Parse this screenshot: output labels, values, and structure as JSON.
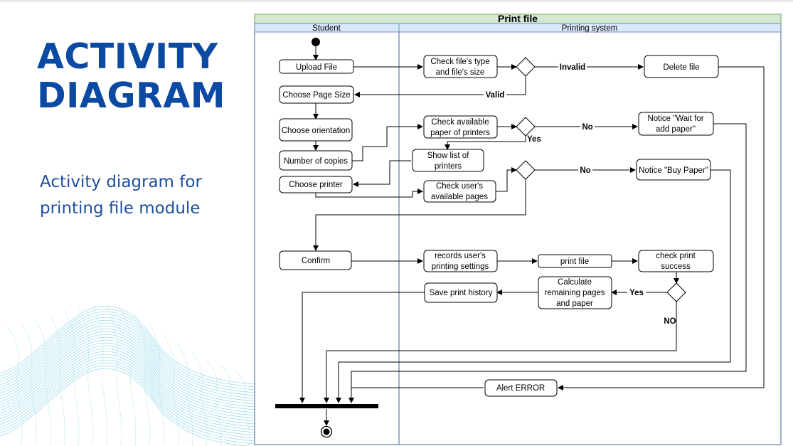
{
  "slide": {
    "title_line1": "ACTIVITY",
    "title_line2": "DIAGRAM",
    "subtitle_line1": "Activity diagram for",
    "subtitle_line2": "printing file module"
  },
  "diagram": {
    "title": "Print file",
    "lanes": {
      "student": "Student",
      "system": "Printing system"
    },
    "nodes": {
      "upload_file": "Upload File",
      "choose_page_size": "Choose Page Size",
      "choose_orientation": "Choose orientation",
      "number_of_copies": "Number of copies",
      "choose_printer": "Choose printer",
      "confirm": "Confirm",
      "check_file_1": "Check file's type",
      "check_file_2": "and file's size",
      "delete_file": "Delete file",
      "check_paper_1": "Check available",
      "check_paper_2": "paper of printers",
      "notice_wait_1": "Notice \"Wait for",
      "notice_wait_2": "add paper\"",
      "show_list_1": "Show list of",
      "show_list_2": "printers",
      "check_pages_1": "Check user's",
      "check_pages_2": "available pages",
      "notice_buy": "Notice \"Buy Paper\"",
      "records_1": "records user's",
      "records_2": "printing settings",
      "print_file": "print file",
      "check_success_1": "check print",
      "check_success_2": "success",
      "calc_1": "Calculate",
      "calc_2": "remaining pages",
      "calc_3": "and paper",
      "save_history": "Save print history",
      "alert_error": "Alert ERROR"
    },
    "edge_labels": {
      "invalid": "Invalid",
      "valid": "Valid",
      "no_paper": "No",
      "yes_paper": "Yes",
      "no_pages": "No",
      "yes_success": "Yes",
      "no_success": "NO"
    }
  }
}
